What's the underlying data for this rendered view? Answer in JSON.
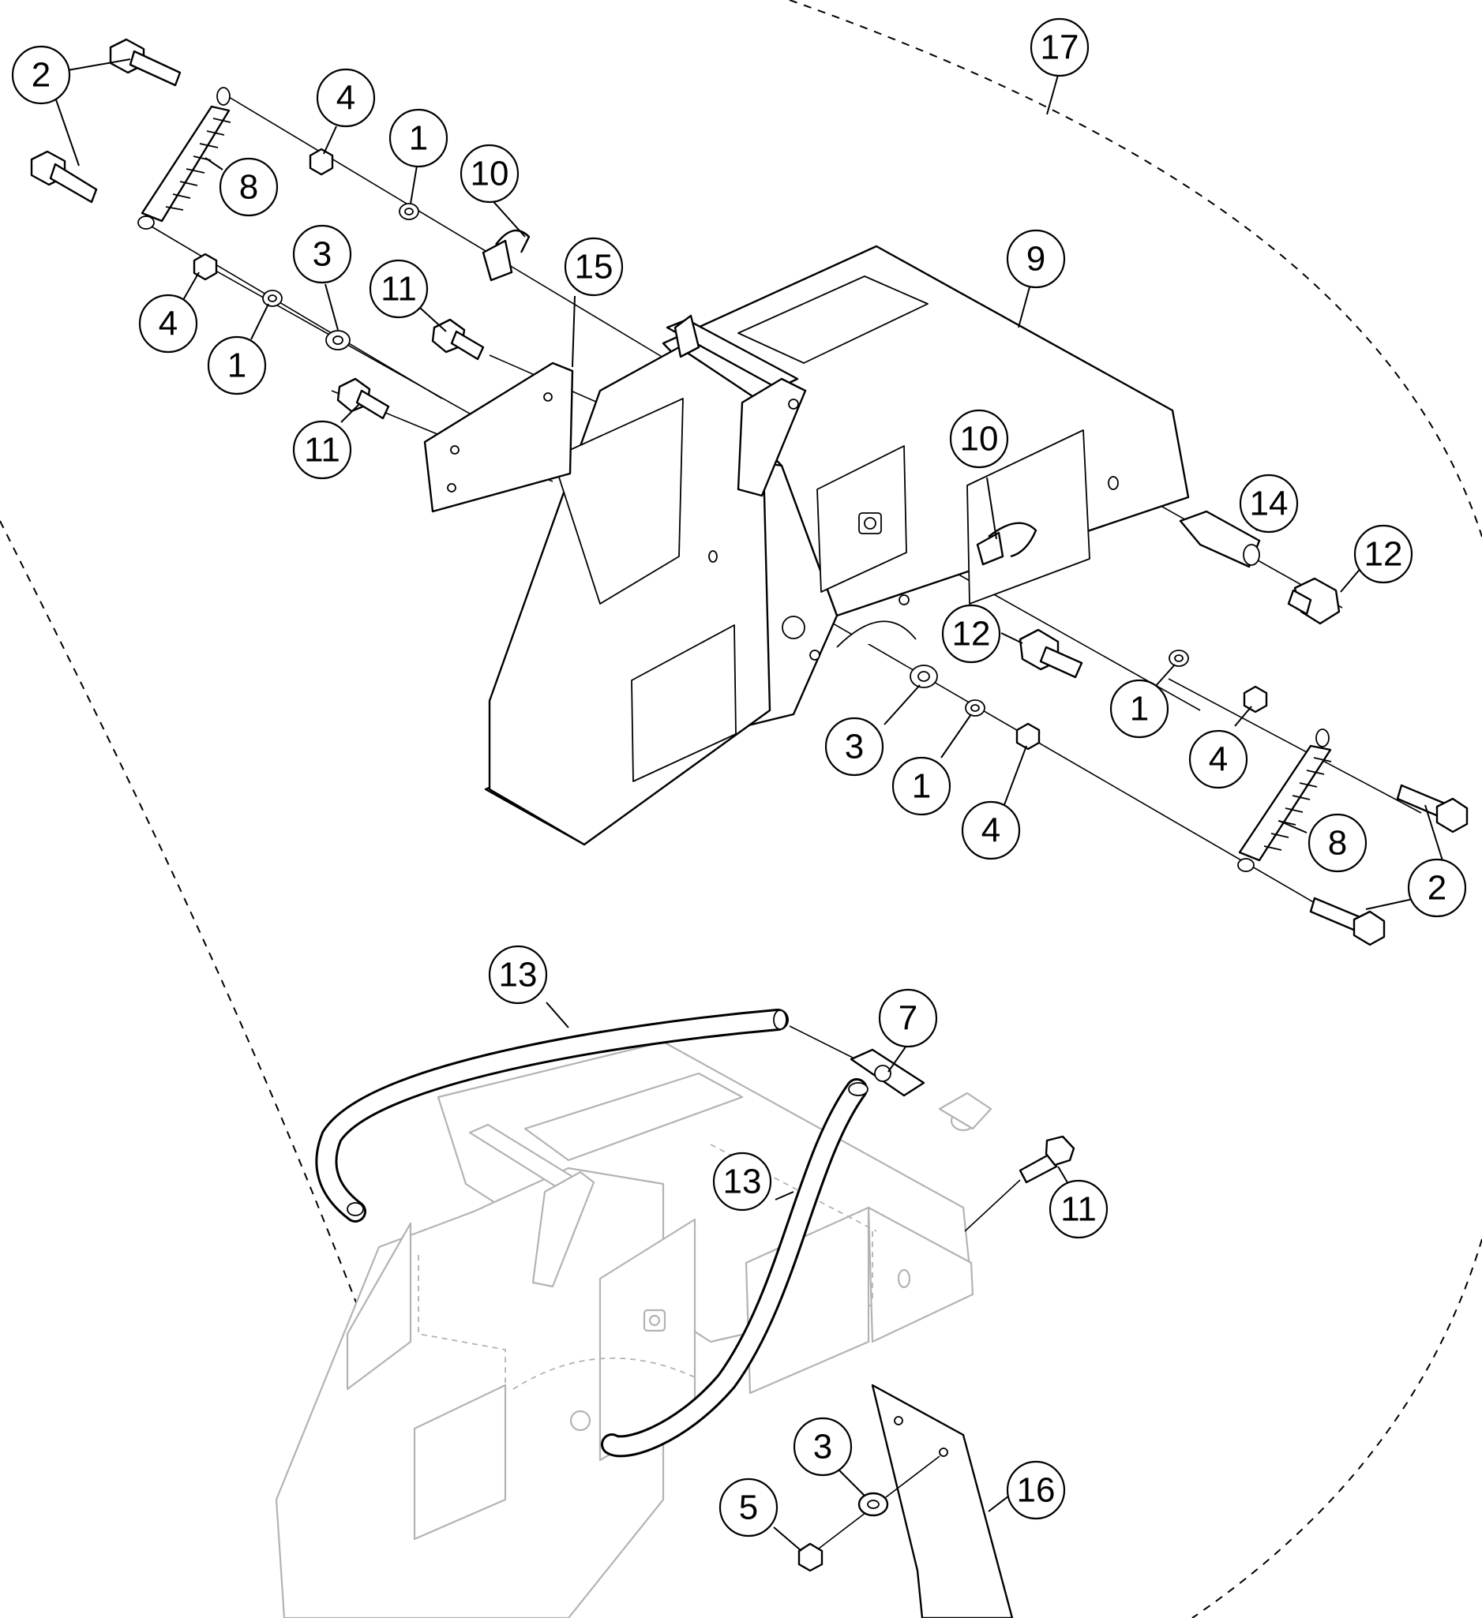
{
  "callouts": {
    "c17": "17",
    "c2a": "2",
    "c4a": "4",
    "c1a": "1",
    "c10a": "10",
    "c8a": "8",
    "c3a": "3",
    "c11a": "11",
    "c15": "15",
    "c4b": "4",
    "c1b": "1",
    "c11b": "11",
    "c9": "9",
    "c10b": "10",
    "c14": "14",
    "c12a": "12",
    "c12b": "12",
    "c3b": "3",
    "c1c": "1",
    "c1d": "1",
    "c4c": "4",
    "c4d": "4",
    "c8b": "8",
    "c2b": "2",
    "c13a": "13",
    "c7": "7",
    "c13b": "13",
    "c11c": "11",
    "c3c": "3",
    "c5": "5",
    "c16": "16"
  },
  "colors": {
    "line": "#000000",
    "ghost": "#b3b3b3",
    "background": "#ffffff"
  }
}
